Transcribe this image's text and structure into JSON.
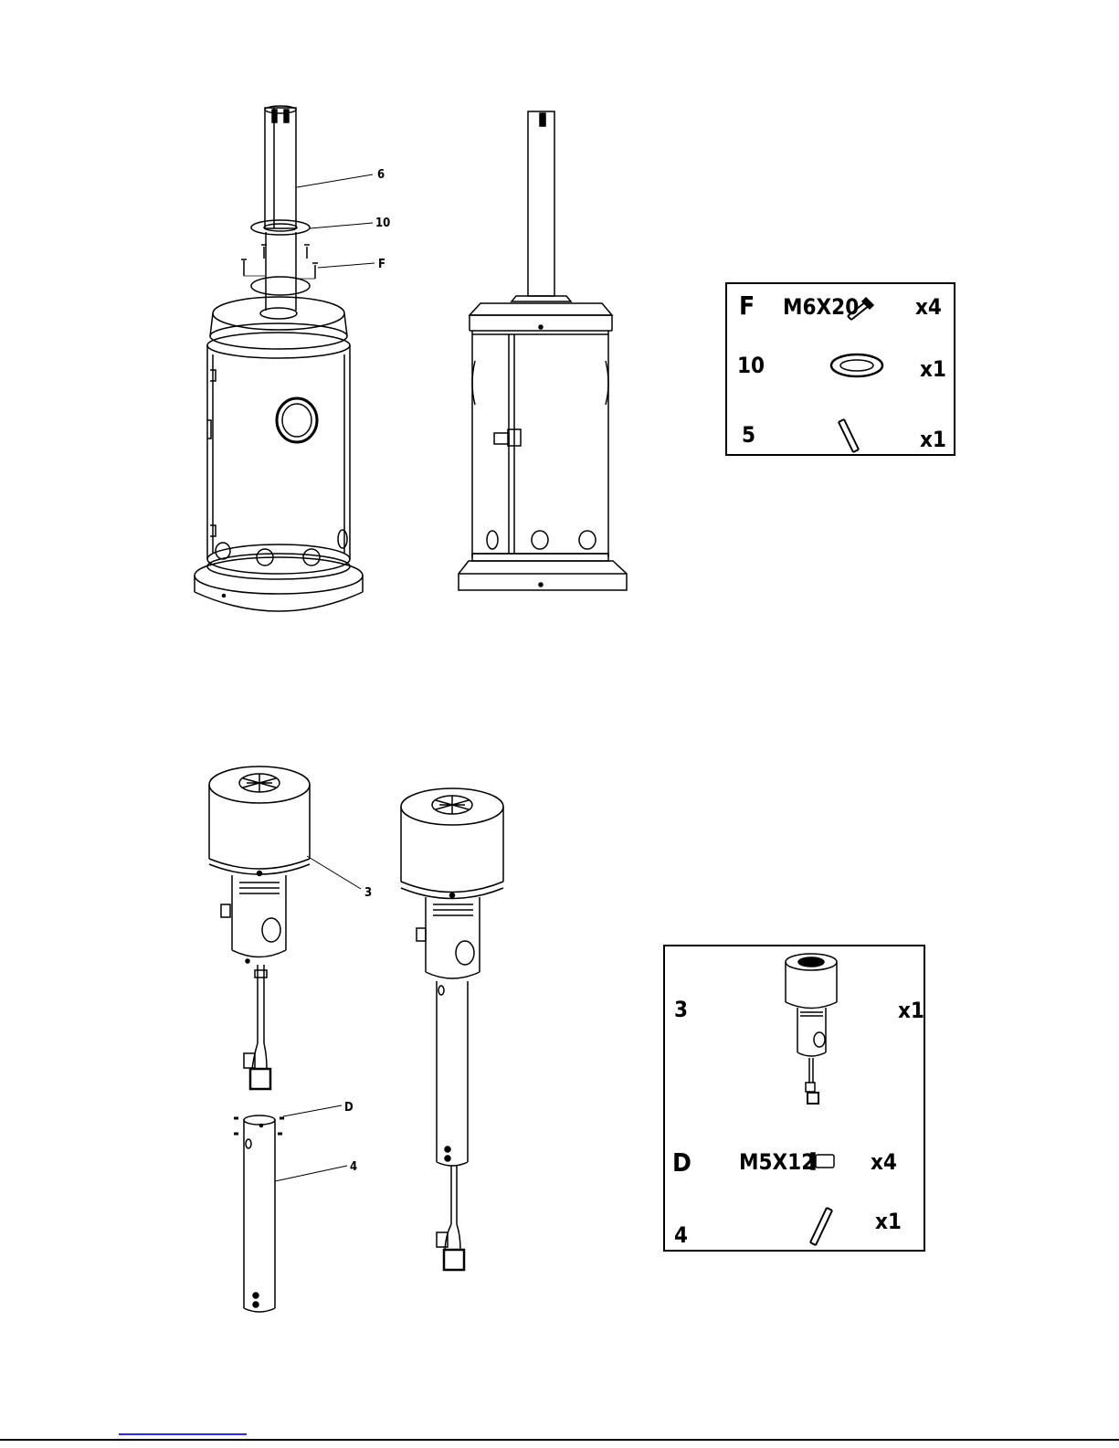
{
  "figure1": {
    "callouts": {
      "part6": "6",
      "part10": "10",
      "partF": "F"
    }
  },
  "figure2": {
    "callouts": {
      "part3": "3",
      "partD": "D",
      "part4": "4"
    }
  },
  "parts_panel_1": {
    "rows": [
      {
        "id": "F",
        "spec": "M6X20",
        "qty": "x4",
        "icon": "bolt-icon"
      },
      {
        "id": "10",
        "spec": "",
        "qty": "x1",
        "icon": "washer-ring-icon"
      },
      {
        "id": "5",
        "spec": "",
        "qty": "x1",
        "icon": "allen-key-icon"
      }
    ]
  },
  "parts_panel_2": {
    "rows": [
      {
        "id": "3",
        "spec": "",
        "qty": "x1",
        "icon": "heater-head-icon"
      },
      {
        "id": "D",
        "spec": "M5X12",
        "qty": "x4",
        "icon": "screw-icon"
      },
      {
        "id": "4",
        "spec": "",
        "qty": "x1",
        "icon": "wrench-icon"
      }
    ]
  }
}
